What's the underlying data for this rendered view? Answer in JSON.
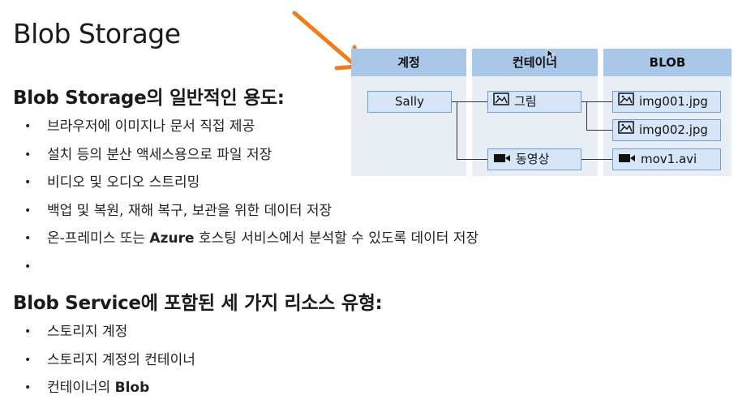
{
  "page_title": "Blob Storage",
  "section1": {
    "heading": "Blob Storage의 일반적인 용도:",
    "items": [
      "브라우저에 이미지나 문서 직접 제공",
      "설치 등의 분산 액세스용으로 파일 저장",
      "비디오 및 오디오 스트리밍",
      "백업 및 복원, 재해 복구, 보관을 위한 데이터 저장"
    ],
    "item5_pre": "온-프레미스 또는 ",
    "item5_bold": "Azure",
    "item5_post": " 호스팅 서비스에서 분석할 수 있도록 데이터 저장"
  },
  "section2": {
    "heading": "Blob Service에 포함된 세 가지 리소스 유형:",
    "items": [
      "스토리지 계정",
      "스토리지 계정의 컨테이너"
    ],
    "item3_pre": "컨테이너의 ",
    "item3_bold": "Blob"
  },
  "diagram": {
    "headers": {
      "account": "계정",
      "container": "컨테이너",
      "blob": "BLOB"
    },
    "account": "Sally",
    "containers": [
      {
        "label": "그림",
        "icon": "picture-icon"
      },
      {
        "label": "동영상",
        "icon": "video-camera-icon"
      }
    ],
    "blobs": [
      {
        "label": "img001.jpg",
        "icon": "picture-icon"
      },
      {
        "label": "img002.jpg",
        "icon": "picture-icon"
      },
      {
        "label": "mov1.avi",
        "icon": "video-camera-icon"
      }
    ]
  },
  "colors": {
    "arrow": "#f07d1a",
    "header_fill": "#a9c7e8",
    "box_fill": "#d6e6f8",
    "column_fill": "#e9eef4"
  }
}
